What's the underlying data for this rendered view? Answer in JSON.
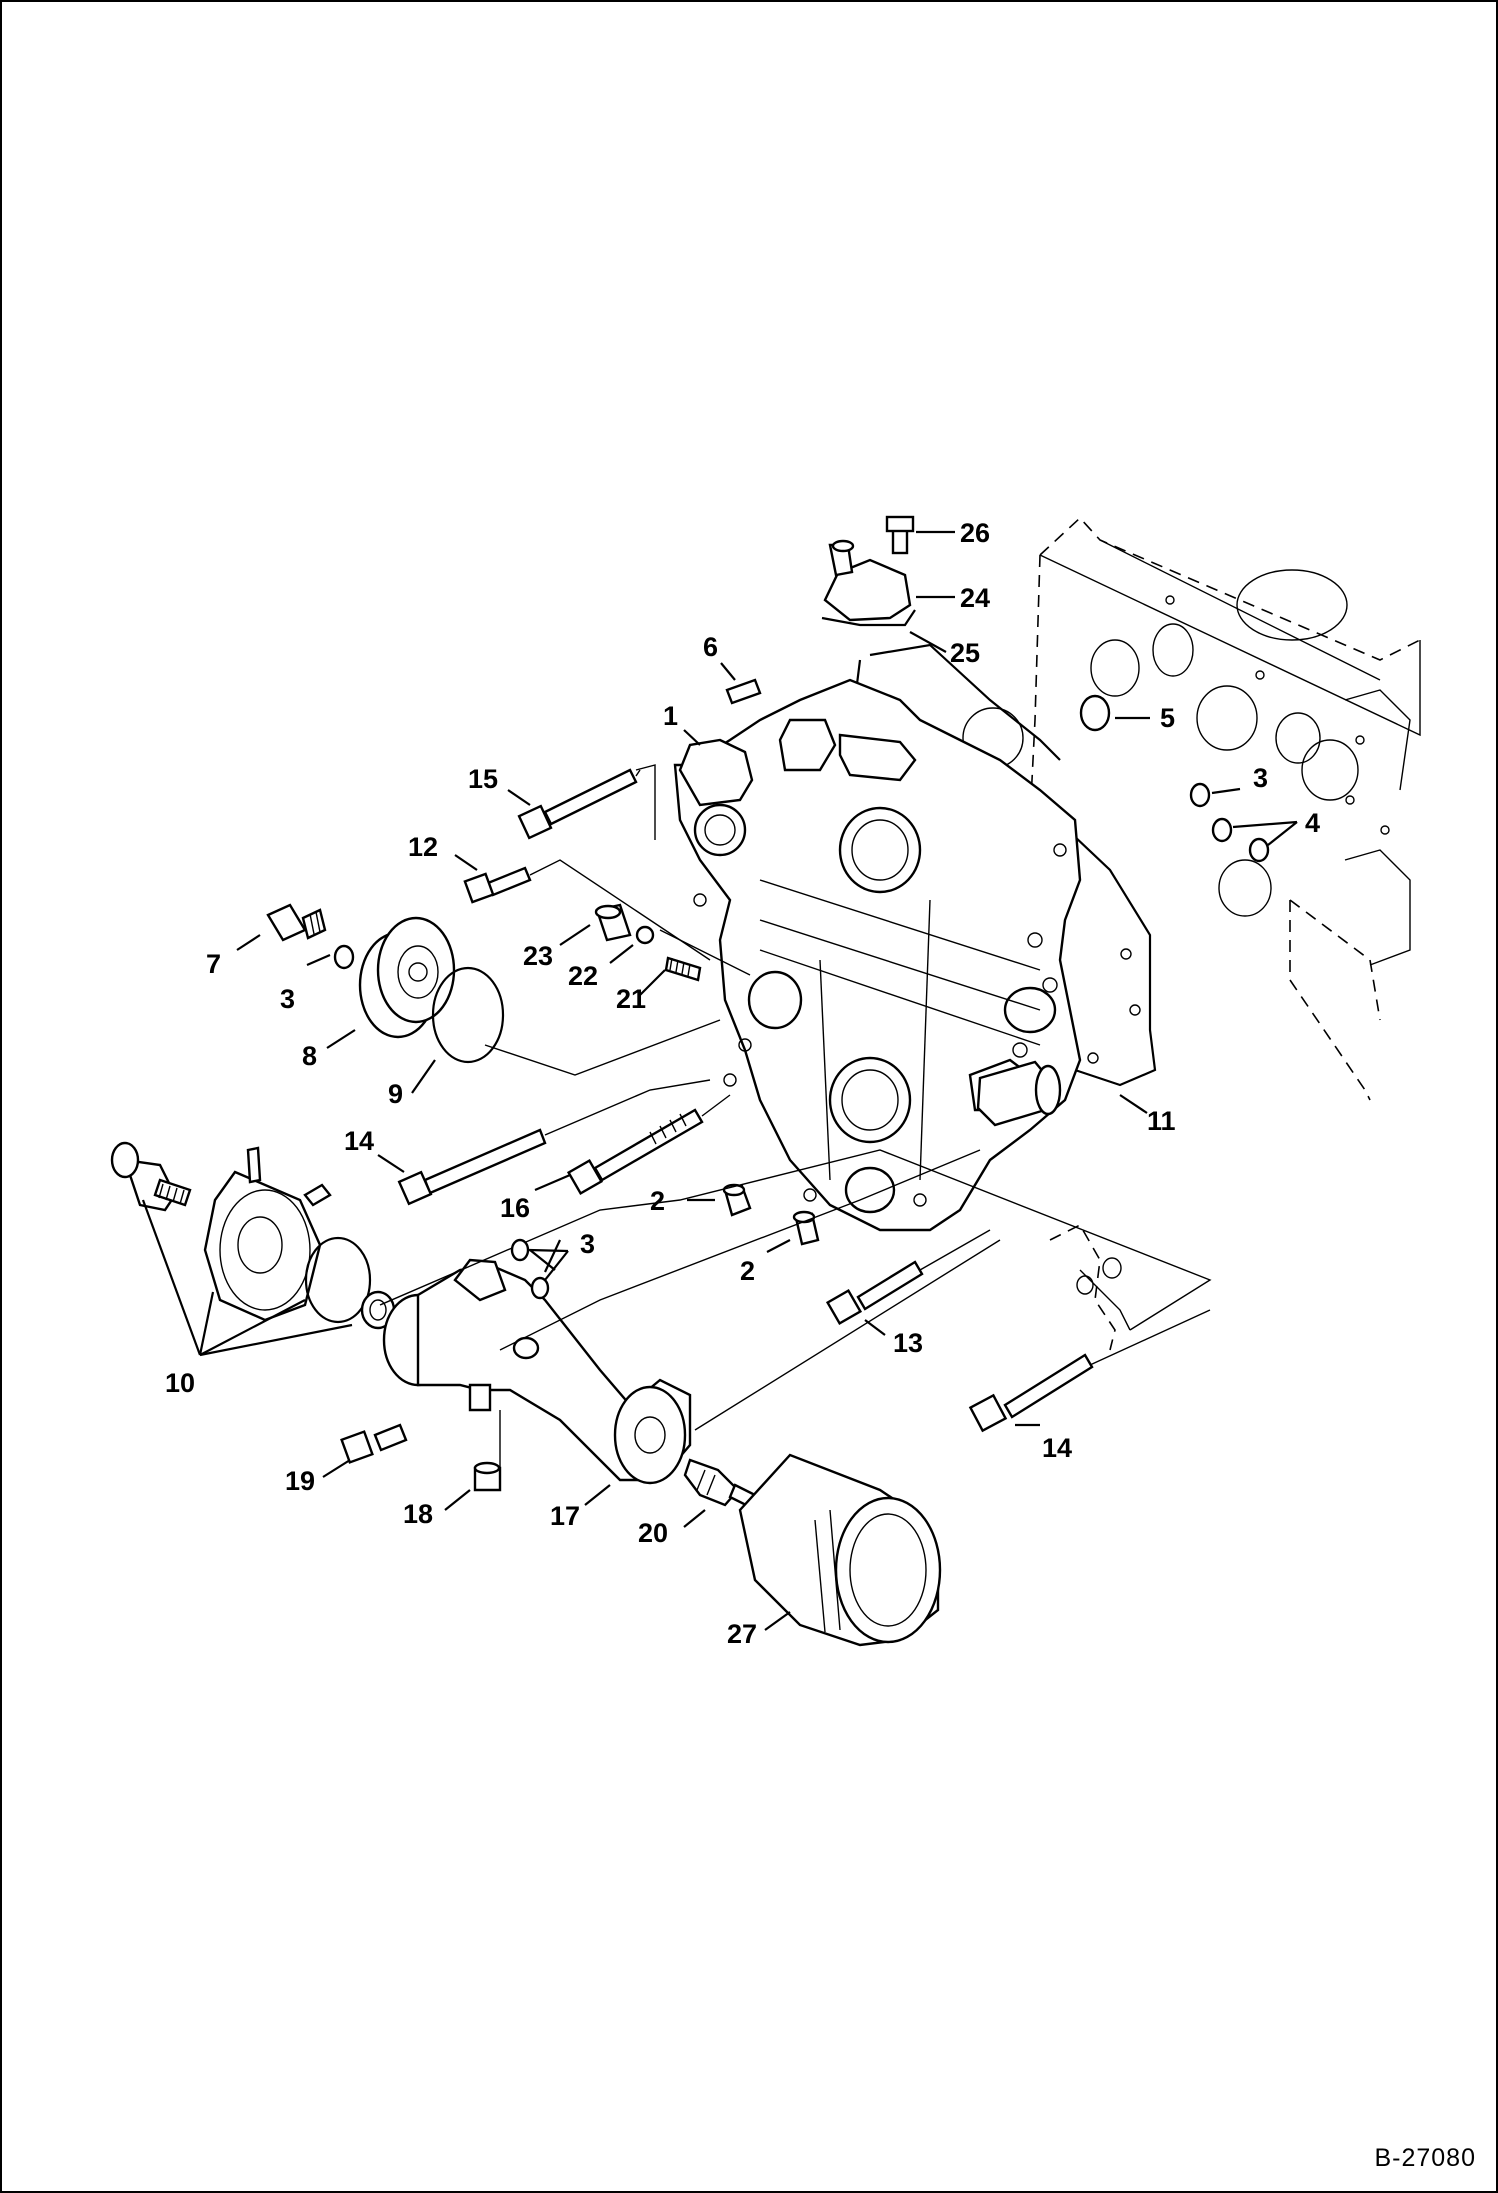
{
  "figure_id": "B-27080",
  "callouts": [
    "1",
    "2",
    "2",
    "3",
    "3",
    "3",
    "4",
    "5",
    "6",
    "7",
    "8",
    "9",
    "10",
    "11",
    "12",
    "13",
    "14",
    "14",
    "15",
    "16",
    "17",
    "18",
    "19",
    "20",
    "21",
    "22",
    "23",
    "24",
    "25",
    "26",
    "27"
  ],
  "labels": {
    "c1": "1",
    "c2a": "2",
    "c2b": "2",
    "c3a": "3",
    "c3b": "3",
    "c3c": "3",
    "c4": "4",
    "c5": "5",
    "c6": "6",
    "c7": "7",
    "c8": "8",
    "c9": "9",
    "c10": "10",
    "c11": "11",
    "c12": "12",
    "c13": "13",
    "c14a": "14",
    "c14b": "14",
    "c15": "15",
    "c16": "16",
    "c17": "17",
    "c18": "18",
    "c19": "19",
    "c20": "20",
    "c21": "21",
    "c22": "22",
    "c23": "23",
    "c24": "24",
    "c25": "25",
    "c26": "26",
    "c27": "27"
  }
}
